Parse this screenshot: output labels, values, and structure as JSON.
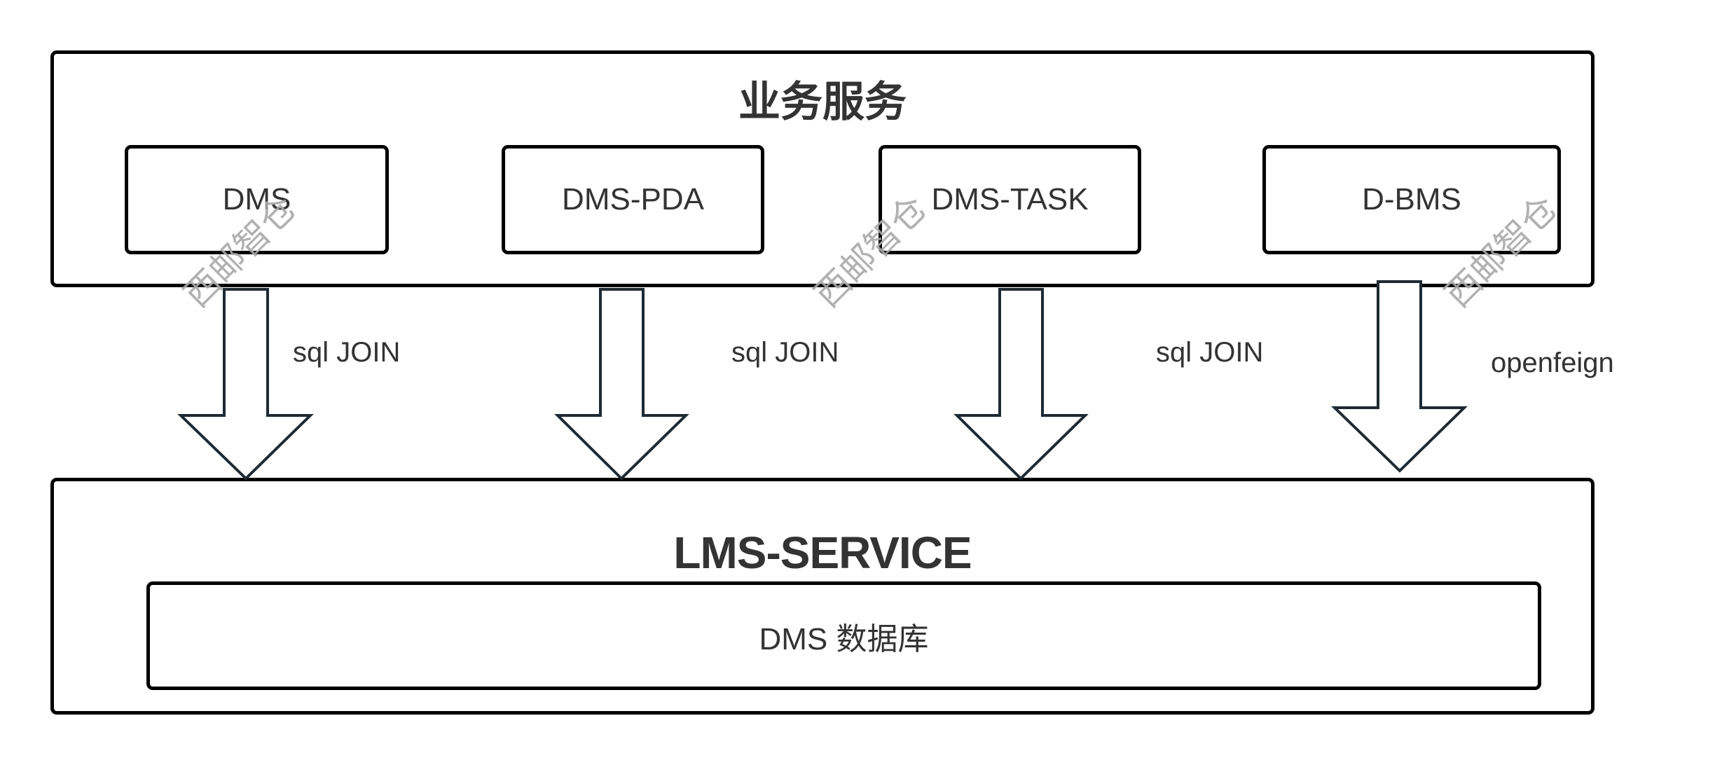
{
  "diagram": {
    "top_group": {
      "title": "业务服务",
      "services": [
        {
          "id": "dms",
          "label": "DMS"
        },
        {
          "id": "dms-pda",
          "label": "DMS-PDA"
        },
        {
          "id": "dms-task",
          "label": "DMS-TASK"
        },
        {
          "id": "d-bms",
          "label": "D-BMS"
        }
      ]
    },
    "connections": [
      {
        "from": "DMS",
        "to": "LMS-SERVICE",
        "label": "sql JOIN"
      },
      {
        "from": "DMS-PDA",
        "to": "LMS-SERVICE",
        "label": "sql JOIN"
      },
      {
        "from": "DMS-TASK",
        "to": "LMS-SERVICE",
        "label": "sql JOIN"
      },
      {
        "from": "D-BMS",
        "to": "LMS-SERVICE",
        "label": "openfeign"
      }
    ],
    "bottom_group": {
      "title": "LMS-SERVICE",
      "database": {
        "label": "DMS 数据库"
      }
    },
    "watermark": "西邮智仓",
    "colors": {
      "box_border": "#000000",
      "arrow_stroke": "#1f2a33",
      "text": "#333333",
      "watermark": "#a9a9a9"
    }
  }
}
